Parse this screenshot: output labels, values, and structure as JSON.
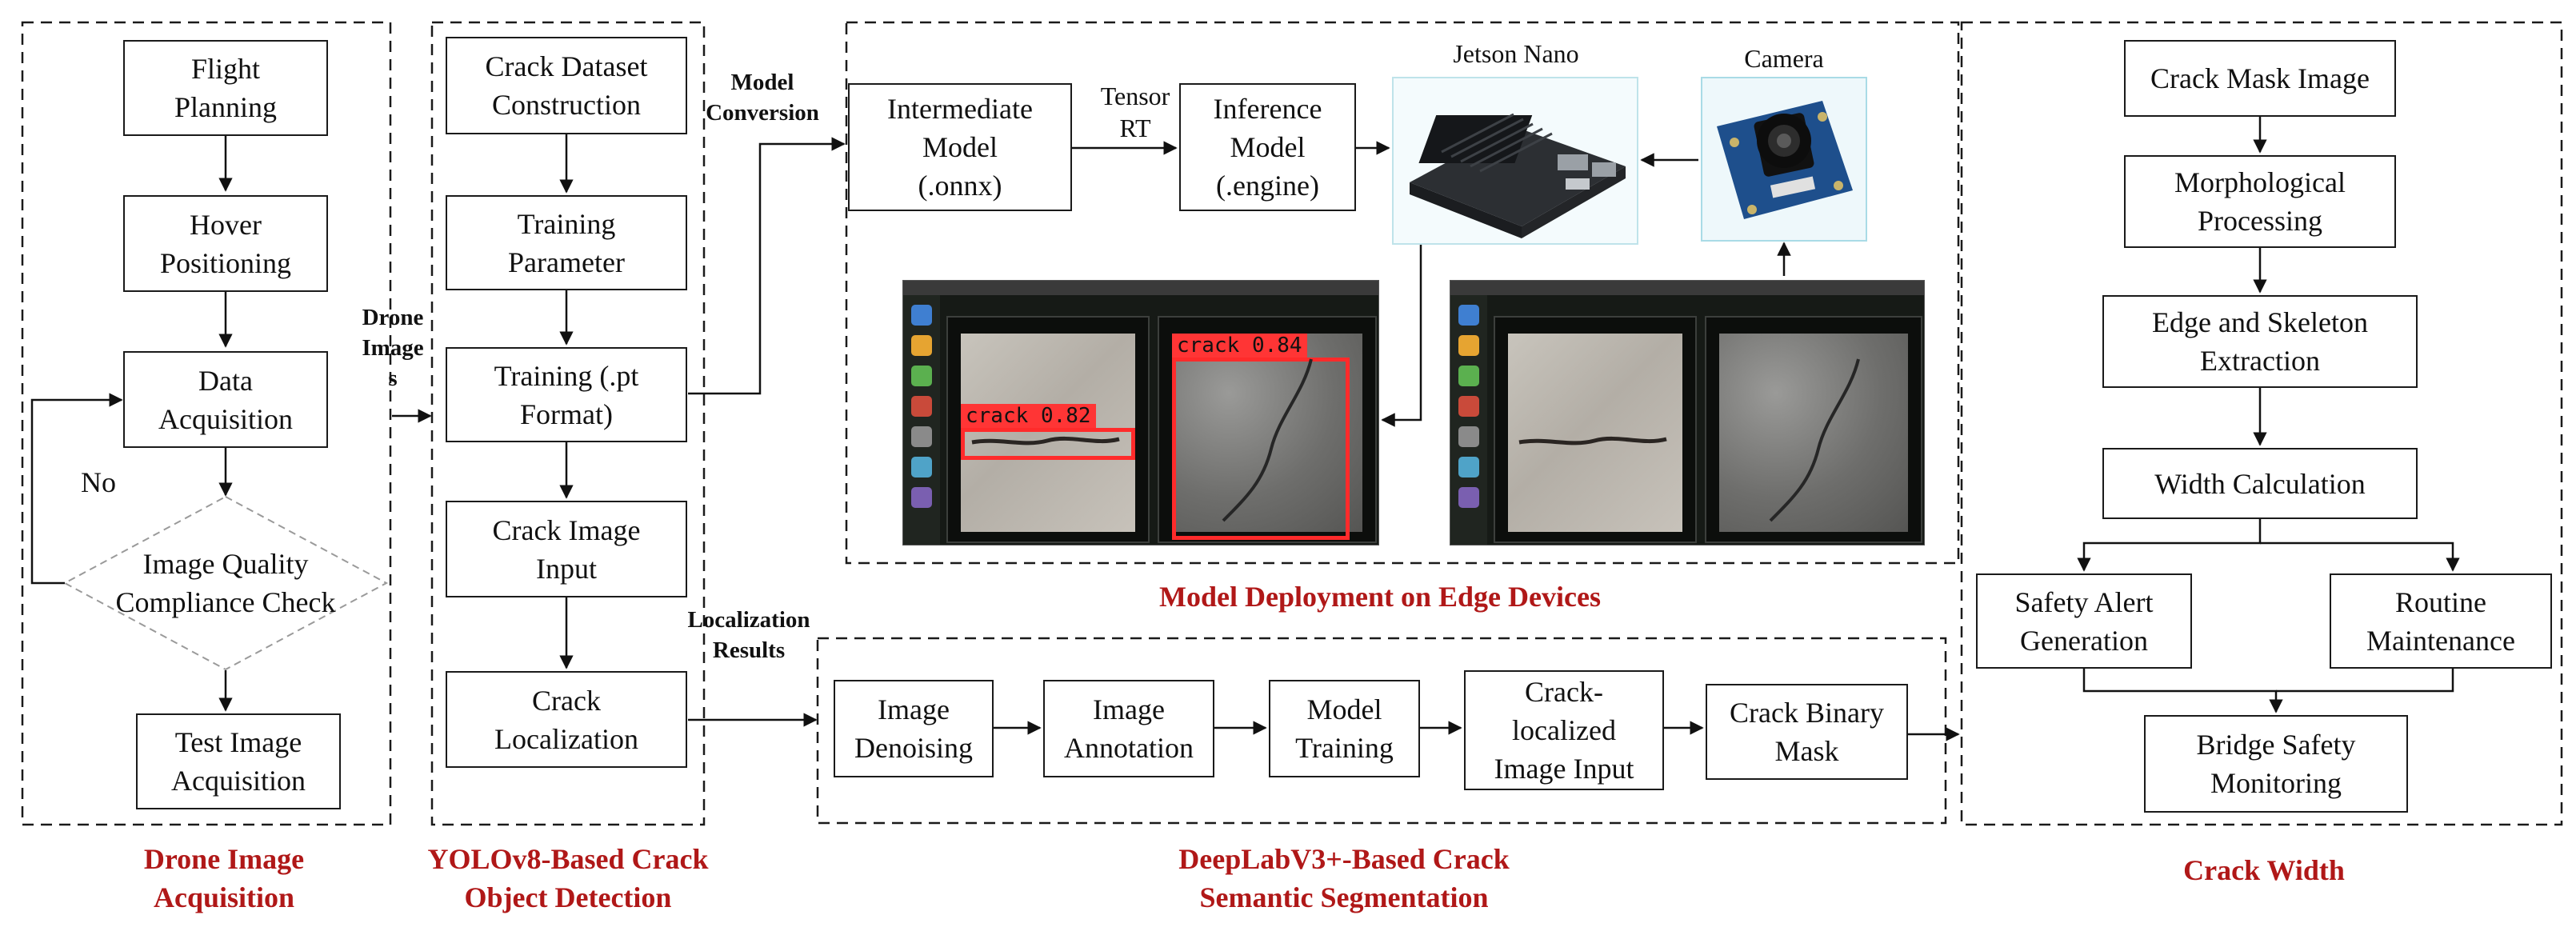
{
  "sections": {
    "drone": "Drone Image\nAcquisition",
    "yolo": "YOLOv8-Based Crack\nObject Detection",
    "edge": "Model Deployment on Edge Devices",
    "deeplab": "DeepLabV3+-Based Crack\nSemantic Segmentation",
    "width": "Crack Width"
  },
  "drone_flow": {
    "flight_planning": "Flight\nPlanning",
    "hover_positioning": "Hover\nPositioning",
    "data_acquisition": "Data\nAcquisition",
    "quality_check": "Image Quality\nCompliance Check",
    "no_label": "No",
    "test_image": "Test Image\nAcquisition"
  },
  "connector_labels": {
    "drone_images": "Drone\nImage\ns",
    "model_conversion": "Model\nConversion",
    "localization_results": "Localization\nResults"
  },
  "yolo_flow": {
    "dataset": "Crack Dataset\nConstruction",
    "training_parameter": "Training\nParameter",
    "training_pt": "Training (.pt\nFormat)",
    "crack_image_input": "Crack Image\nInput",
    "crack_localization": "Crack\nLocalization"
  },
  "edge_flow": {
    "intermediate_model": "Intermediate\nModel\n(.onnx)",
    "tensorrt": "Tensor\nRT",
    "inference_model": "Inference\nModel\n(.engine)",
    "jetson_nano": "Jetson Nano",
    "camera": "Camera",
    "detections": [
      {
        "label": "crack",
        "score": "0.82"
      },
      {
        "label": "crack",
        "score": "0.84"
      }
    ]
  },
  "deeplab_flow": {
    "denoising": "Image\nDenoising",
    "annotation": "Image\nAnnotation",
    "model_training": "Model\nTraining",
    "localized_input": "Crack-\nlocalized\nImage Input",
    "binary_mask": "Crack Binary\nMask"
  },
  "width_flow": {
    "mask_image": "Crack Mask Image",
    "morphological": "Morphological\nProcessing",
    "edge_skeleton": "Edge and Skeleton\nExtraction",
    "width_calc": "Width Calculation",
    "safety_alert": "Safety Alert\nGeneration",
    "routine_maintenance": "Routine\nMaintenance",
    "bridge_monitoring": "Bridge Safety\nMonitoring"
  },
  "colors": {
    "section_title": "#b01818",
    "detection_box": "#ff2b2b",
    "dashed_border": "#1a1a1a",
    "diamond_border": "#9a9a9a"
  }
}
